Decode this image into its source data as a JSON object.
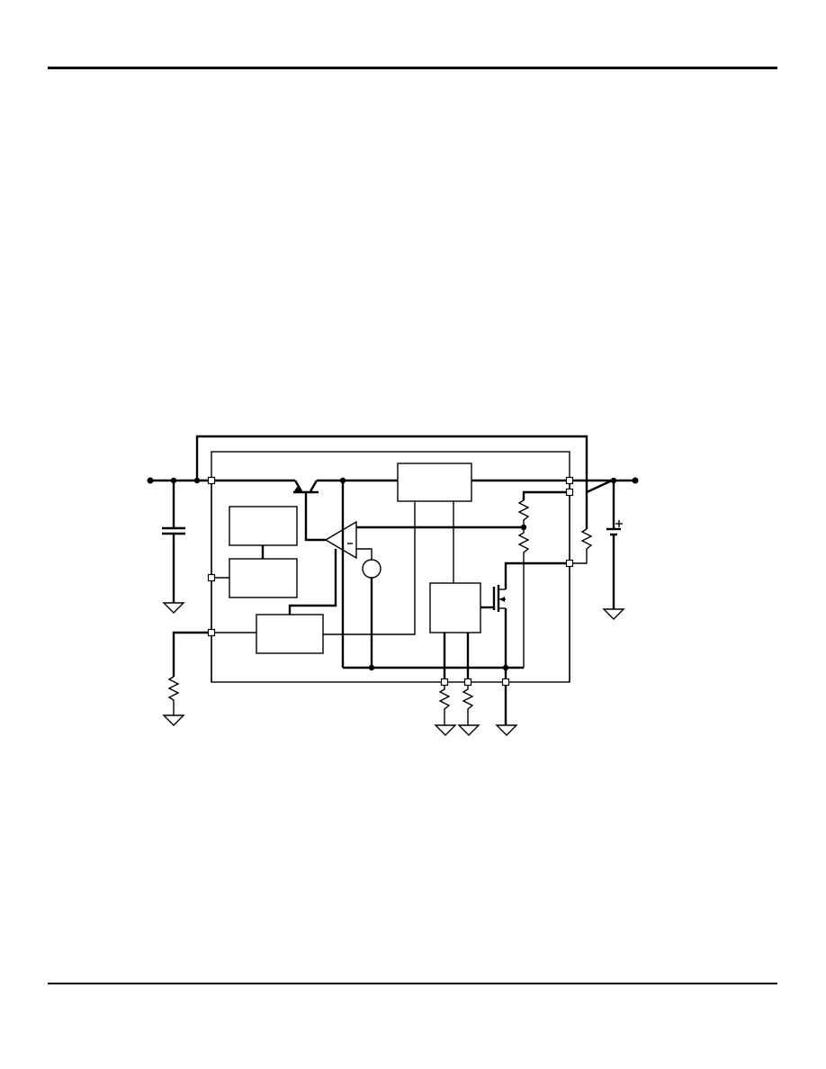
{
  "page": {
    "background": "#ffffff",
    "ink": "#000000"
  },
  "diagram": {
    "blocks": [
      {
        "name": "control-block-top-left",
        "label": ""
      },
      {
        "name": "control-block-middle-left",
        "label": ""
      },
      {
        "name": "control-block-bottom-left",
        "label": ""
      },
      {
        "name": "control-block-top-center",
        "label": ""
      },
      {
        "name": "control-block-right",
        "label": ""
      }
    ],
    "components": [
      "pnp-pass-transistor",
      "error-amplifier",
      "reference-source",
      "nmos-switch",
      "input-capacitor",
      "battery-load",
      "resistor-divider"
    ]
  }
}
